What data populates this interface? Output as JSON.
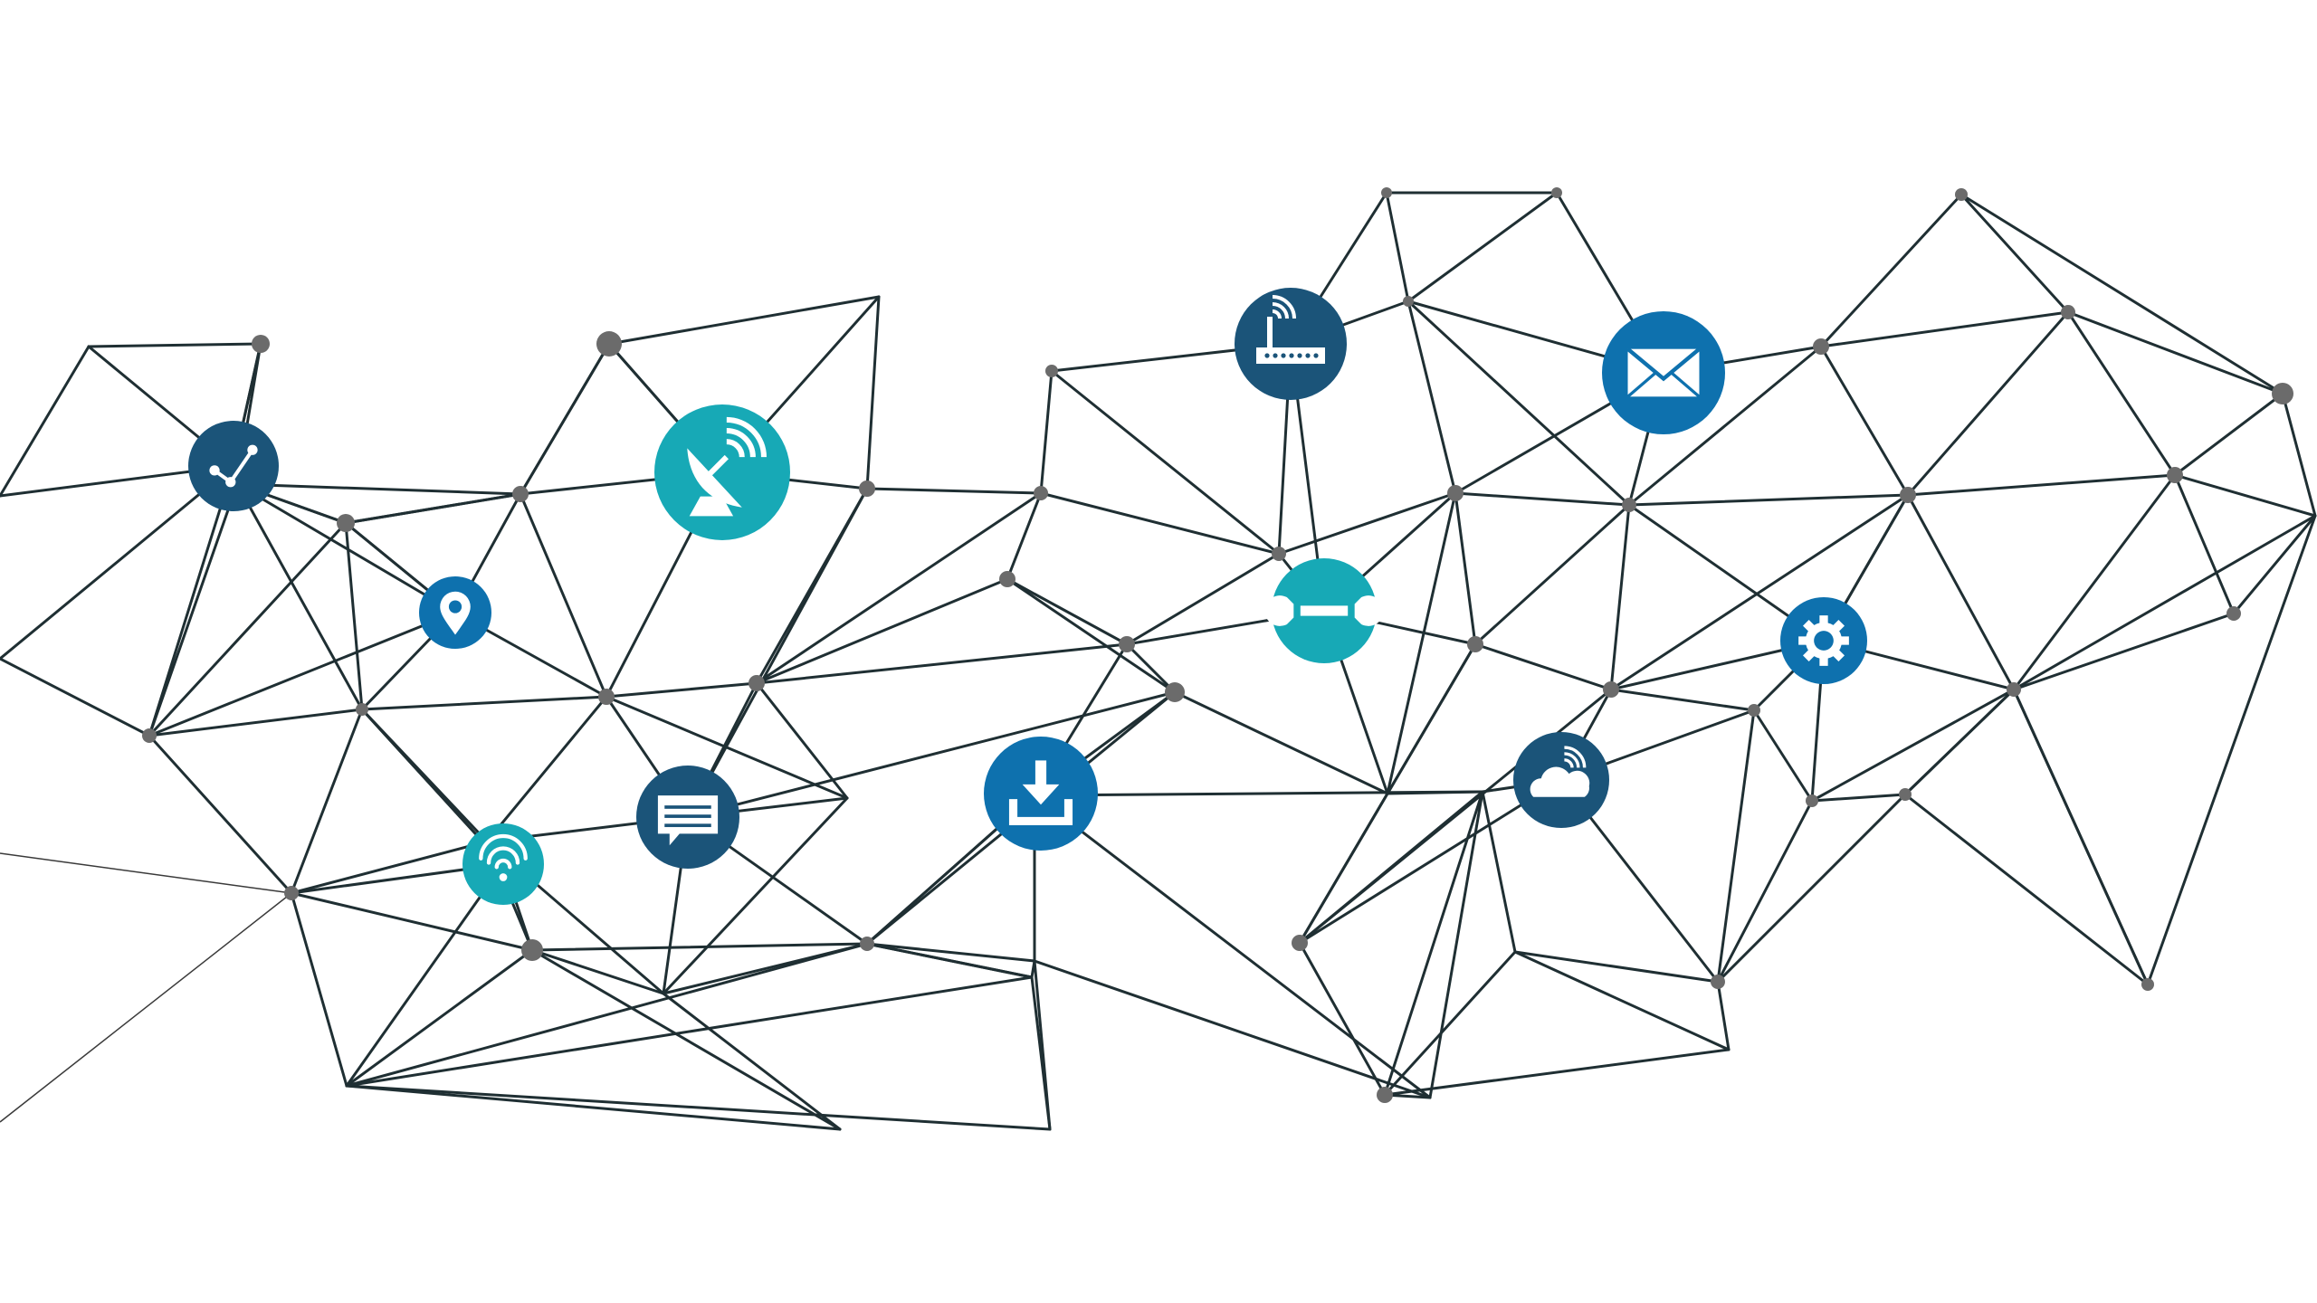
{
  "colors": {
    "background": "#ffffff",
    "edge": "#1f2f33",
    "edge_faint": "#3a3a3a",
    "node": "#6b6b6b",
    "dark_blue": "#1b5479",
    "teal": "#17a9b6",
    "blue": "#0e71ae",
    "glyph": "#ffffff"
  },
  "icons": [
    {
      "name": "share-network-icon",
      "color": "dark_blue"
    },
    {
      "name": "location-pin-icon",
      "color": "blue"
    },
    {
      "name": "wifi-icon",
      "color": "teal"
    },
    {
      "name": "satellite-dish-icon",
      "color": "teal"
    },
    {
      "name": "chat-message-icon",
      "color": "dark_blue"
    },
    {
      "name": "download-icon",
      "color": "blue"
    },
    {
      "name": "wireless-router-icon",
      "color": "dark_blue"
    },
    {
      "name": "wrench-icon",
      "color": "teal"
    },
    {
      "name": "email-envelope-icon",
      "color": "blue"
    },
    {
      "name": "cloud-signal-icon",
      "color": "dark_blue"
    },
    {
      "name": "gear-settings-icon",
      "color": "blue"
    }
  ]
}
